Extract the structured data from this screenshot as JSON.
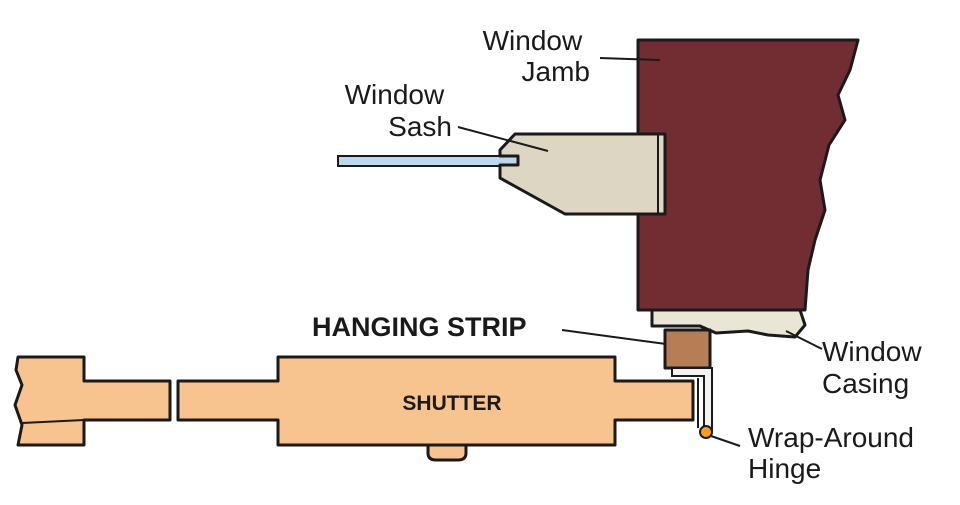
{
  "labels": {
    "window_jamb": [
      "Window",
      "Jamb"
    ],
    "window_sash": [
      "Window",
      "Sash"
    ],
    "hanging_strip": "HANGING STRIP",
    "window_casing": [
      "Window",
      "Casing"
    ],
    "wrap_around_hinge": [
      "Wrap-Around",
      "Hinge"
    ],
    "shutter": "SHUTTER"
  },
  "colors": {
    "jamb": "#722d33",
    "sash": "#dcd6c2",
    "glass": "#bcd8ee",
    "casing": "#e9e6d6",
    "hanging_strip": "#b77e55",
    "shutter": "#f7c38f",
    "hinge": "#ff9c18",
    "hinge_bracket": "#f2f2f2"
  }
}
